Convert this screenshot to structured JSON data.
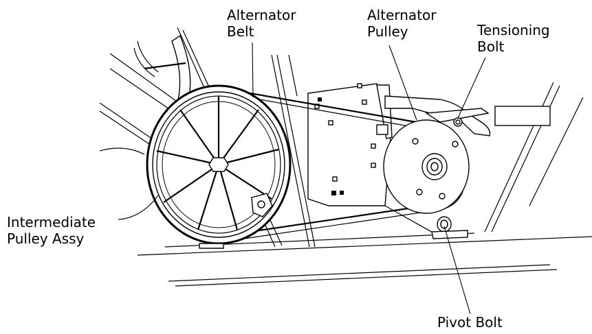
{
  "labels": {
    "alternator_belt": [
      "Alternator",
      "Belt"
    ],
    "alternator_pulley": [
      "Alternator",
      "Pulley"
    ],
    "tensioning_bolt": [
      "Tensioning",
      "Bolt"
    ],
    "intermediate_pulley": [
      "Intermediate",
      "Pulley Assy"
    ],
    "pivot_bolt": "Pivot Bolt"
  }
}
